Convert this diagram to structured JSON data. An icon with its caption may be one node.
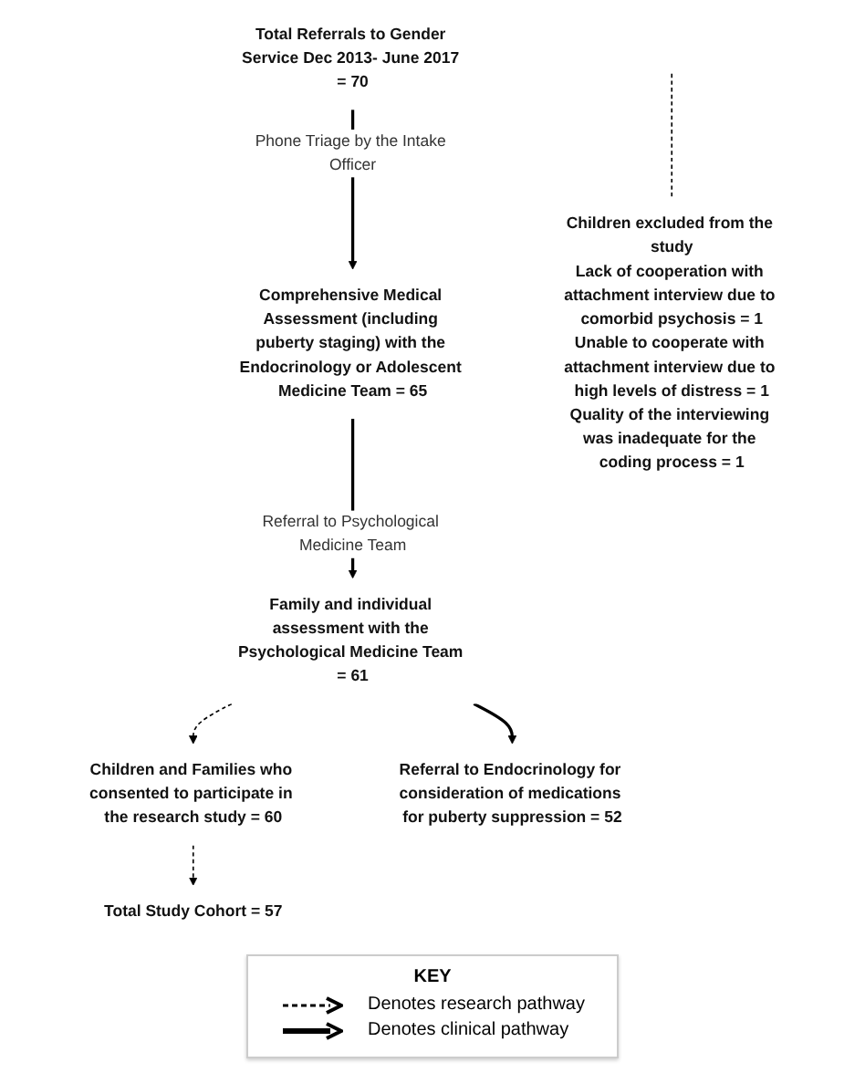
{
  "diagram": {
    "nodes": [
      {
        "text": [
          "Total Referrals to Gender Service Dec 2013- June 2017 = 70"
        ]
      },
      {
        "text": [
          "Comprehensive Medical Assessment (including puberty staging) with the Endocrinology or Adolescent Medicine Team = 65"
        ]
      },
      {
        "text": [
          "Family and individual assessment with the Psychological Medicine Team = 61"
        ]
      },
      {
        "text": [
          "Children and Families who consented to participate in the research study = 60"
        ]
      },
      {
        "text": [
          "Children excluded from the study",
          "Lack of cooperation with attachment interview due to comorbid psychosis = 1",
          "Unable to cooperate with attachment interview due to high levels of distress = 1",
          "Quality of the interviewing was inadequate for the coding process = 1"
        ]
      },
      {
        "text": [
          "Total Study Cohort = 57"
        ]
      },
      {
        "text": [
          "Referral to Endocrinology for consideration of medications for puberty suppression = 52"
        ]
      }
    ],
    "edges": [
      {
        "from": 0,
        "to": 1,
        "arrow": "to",
        "label": "Phone Triage by the Intake Officer"
      },
      {
        "from": 1,
        "to": 2,
        "arrow": "to",
        "label": "Referral to Psychological Medicine Team"
      },
      {
        "from": 2,
        "to": 3,
        "arrow": "to",
        "style": "dashed"
      },
      {
        "from": 3,
        "to": 5,
        "arrow": "to",
        "style": "dashed"
      },
      {
        "from": null,
        "to": 4,
        "arrow": "none",
        "style": "dashed"
      },
      {
        "from": 2,
        "to": 6,
        "arrow": "to"
      }
    ],
    "labels": [
      "KEY"
    ],
    "legend": [
      {
        "text": "Denotes research pathway"
      },
      {
        "text": "Denotes clinical pathway"
      }
    ]
  }
}
